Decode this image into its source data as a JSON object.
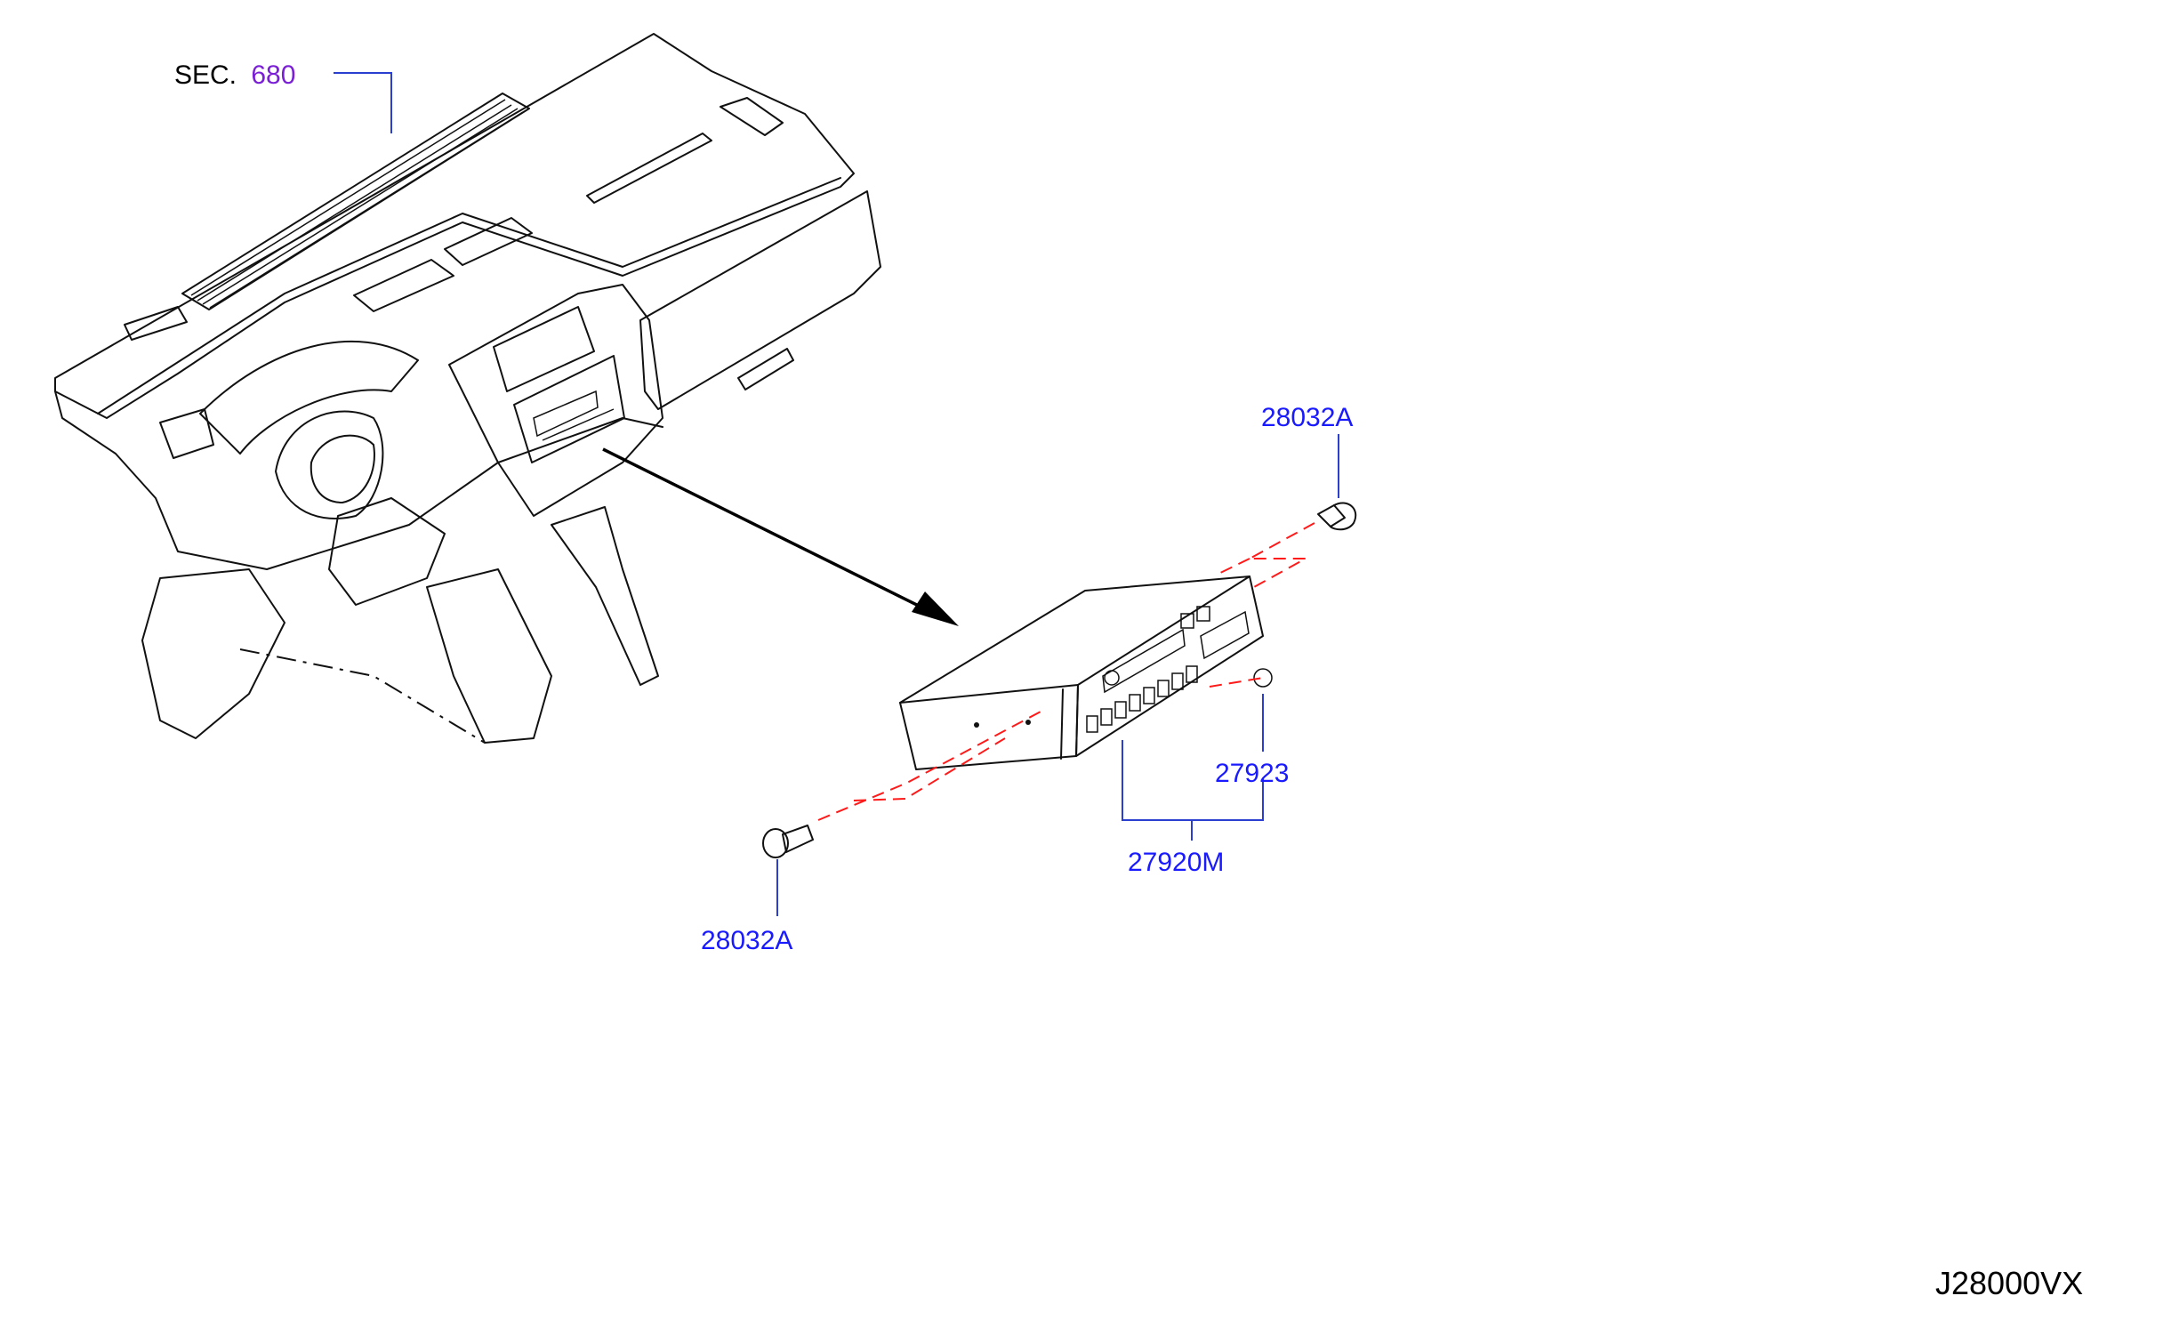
{
  "section_ref": {
    "prefix": "SEC.",
    "number": "680"
  },
  "parts": {
    "screw_top": "28032A",
    "screw_bottom": "28032A",
    "bracket": "27923",
    "audio_unit": "27920M"
  },
  "diagram_code": "J28000VX",
  "colors": {
    "part_label": "#1a1aff",
    "section_number": "#7a1fd6",
    "assembly_line": "#ff1a1a",
    "leader": "#2a3fd0"
  }
}
